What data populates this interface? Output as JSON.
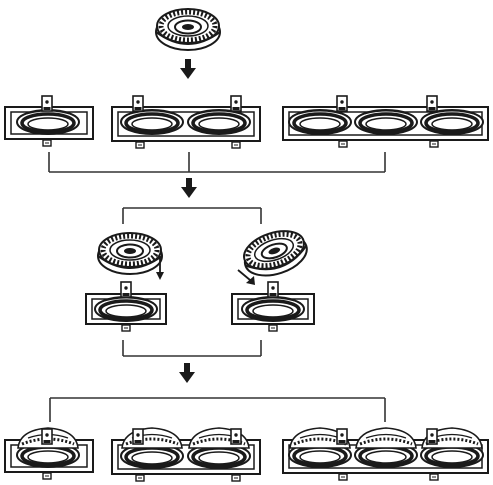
{
  "diagram": {
    "kind": "installation-steps",
    "steps": [
      {
        "id": "step-1",
        "content": "lamp-module"
      },
      {
        "id": "step-2",
        "content": "empty-frames",
        "frames": [
          "single",
          "double",
          "triple"
        ]
      },
      {
        "id": "step-3",
        "content": "insert-module",
        "variants": [
          "straight-down",
          "tilted"
        ]
      },
      {
        "id": "step-4",
        "content": "frames-with-modules",
        "frames": [
          "single",
          "double",
          "triple"
        ]
      }
    ],
    "connectors": [
      "flow-arrow",
      "bracket"
    ],
    "colors": {
      "ink": "#1a1a1a",
      "line": "#333333",
      "background": "#ffffff"
    }
  }
}
